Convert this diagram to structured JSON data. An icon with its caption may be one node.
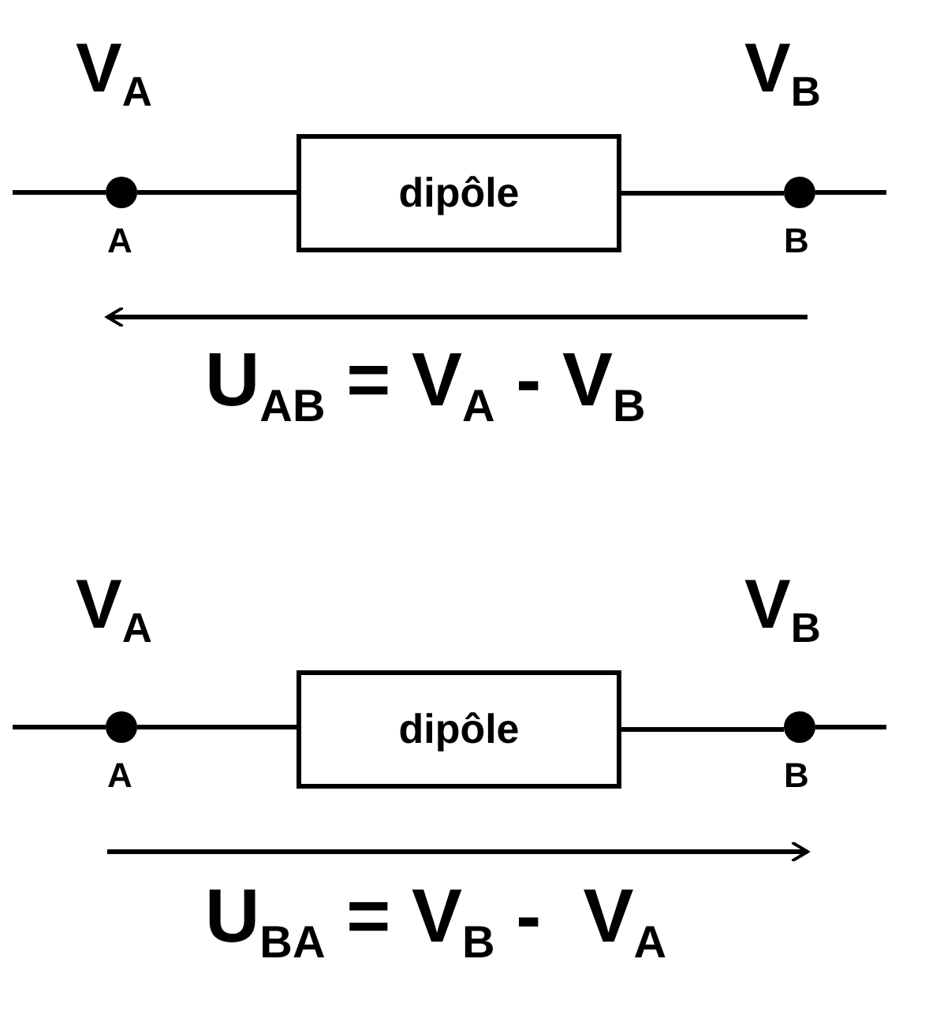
{
  "diagram": {
    "nodes": [
      {
        "text": [],
        "shape": "circle",
        "beside": [
          "A"
        ]
      },
      {
        "text": [
          "dipôle"
        ]
      },
      {
        "text": [],
        "shape": "circle",
        "beside": [
          "B"
        ]
      },
      {
        "text": [],
        "shape": "circle",
        "beside": [
          "A"
        ]
      },
      {
        "text": [
          "dipôle"
        ]
      },
      {
        "text": [],
        "shape": "circle",
        "beside": [
          "B"
        ]
      }
    ],
    "edges": [
      {
        "from": null,
        "to": 0,
        "arrow": "none"
      },
      {
        "from": 0,
        "to": 1,
        "arrow": "none"
      },
      {
        "from": 1,
        "to": 2,
        "arrow": "none"
      },
      {
        "from": 2,
        "to": null,
        "arrow": "none"
      },
      {
        "from": null,
        "to": 3,
        "arrow": "none"
      },
      {
        "from": 3,
        "to": 4,
        "arrow": "none"
      },
      {
        "from": 4,
        "to": 5,
        "arrow": "none"
      },
      {
        "from": 5,
        "to": null,
        "arrow": "none"
      }
    ],
    "labels": [
      "V$_{A}$",
      "V$_{B}$",
      "U$_{AB}$ = V$_{A}$ - V$_{B}$",
      "V$_{A}$",
      "V$_{B}$",
      "U$_{BA}$ = V$_{B}$ -  V$_{A}$"
    ]
  }
}
